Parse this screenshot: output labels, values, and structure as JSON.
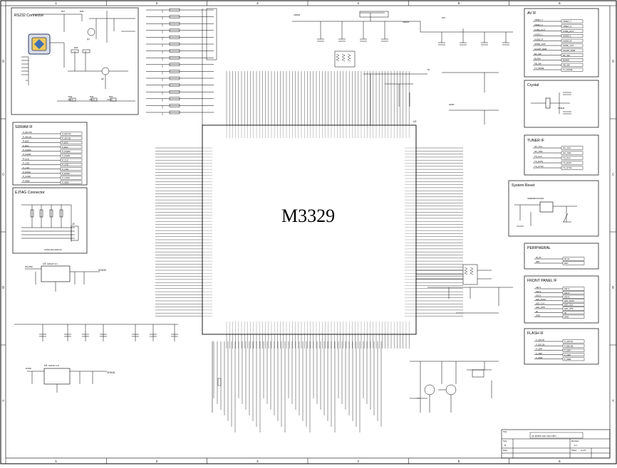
{
  "chip": {
    "name": "M3329",
    "ref": "U2"
  },
  "frame": {
    "columns": [
      "1",
      "2",
      "3",
      "4",
      "5",
      "6"
    ],
    "rows": [
      "D",
      "C",
      "B",
      "A"
    ]
  },
  "blocks": {
    "rs232": {
      "title": "RS232 Connector",
      "refs": [
        "R27",
        "R28",
        "Q4",
        "Q5",
        "R32",
        "R33",
        "R34",
        "R35",
        "J1"
      ]
    },
    "sdram": {
      "title": "SDRAM IF",
      "signals": [
        "P_D[0:15]",
        "P_A[0:11]",
        "P_BA0",
        "P_BA1",
        "P_DQM0",
        "P_DQM1",
        "P_CLK",
        "P_CKE",
        "P_CS#",
        "P_RAS#",
        "P_CAS#",
        "P_WE#"
      ]
    },
    "jtag": {
      "title": "EJTAG Connector",
      "connector": "J2",
      "note": "CON6 (0x0.254mm)",
      "refs": [
        "R8",
        "R9",
        "R10",
        "R11"
      ]
    },
    "avif": {
      "title": "AV IF",
      "signals": [
        "VIDEO_Y",
        "VIDEO_C",
        "CVBS_OUT",
        "AUDIO_L",
        "AUDIO_R",
        "SPDIF_OUT",
        "SCART_RGB",
        "RF_SW",
        "BLANK",
        "FB_SW",
        "TV_MODE"
      ]
    },
    "crystal": {
      "title": "Crystal",
      "part": "27MHZ",
      "refs": [
        "X1",
        "C9 27P",
        "C10 27P"
      ]
    },
    "tuner": {
      "title": "TUNER IF",
      "signals": [
        "I2C_SCL",
        "I2C_SDA",
        "TS_CLK",
        "TS_DATA",
        "TS_SYNC"
      ]
    },
    "reset": {
      "title": "System Reset",
      "part": "CEM8A8CX1NJ30",
      "refs": [
        "U6",
        "R17",
        "C17",
        "SW1"
      ]
    },
    "peripheral": {
      "title": "PERIPHERAL",
      "signals": [
        "IR_IN",
        "LED"
      ]
    },
    "frontpanel": {
      "title": "FRONT PANEL IF",
      "signals": [
        "KEY1",
        "KEY2",
        "KEY3",
        "LED_DATA",
        "LED_CLK",
        "LED_STB",
        "IR",
        "GND"
      ]
    },
    "flash": {
      "title": "FLASH IF",
      "signals": [
        "F_A[0:21]",
        "F_D[0:15]",
        "F_CE#",
        "F_OE#",
        "F_WE#"
      ]
    }
  },
  "power": {
    "ldo1": {
      "ref": "U3",
      "part": "LM1117-3.3",
      "out": "VDD33"
    },
    "ldo2": {
      "ref": "U4",
      "part": "LM1117-1.8",
      "out": "VDD18"
    },
    "net_labels": [
      "VDD33",
      "VDD18",
      "3V3",
      "5V",
      "AVDD",
      "PLLVDD",
      "DVDD"
    ]
  },
  "title_block": {
    "title": "ALi M3329 main Chip GPIO",
    "size": "B",
    "sheet": "4 of 8",
    "rev": "0.1"
  }
}
